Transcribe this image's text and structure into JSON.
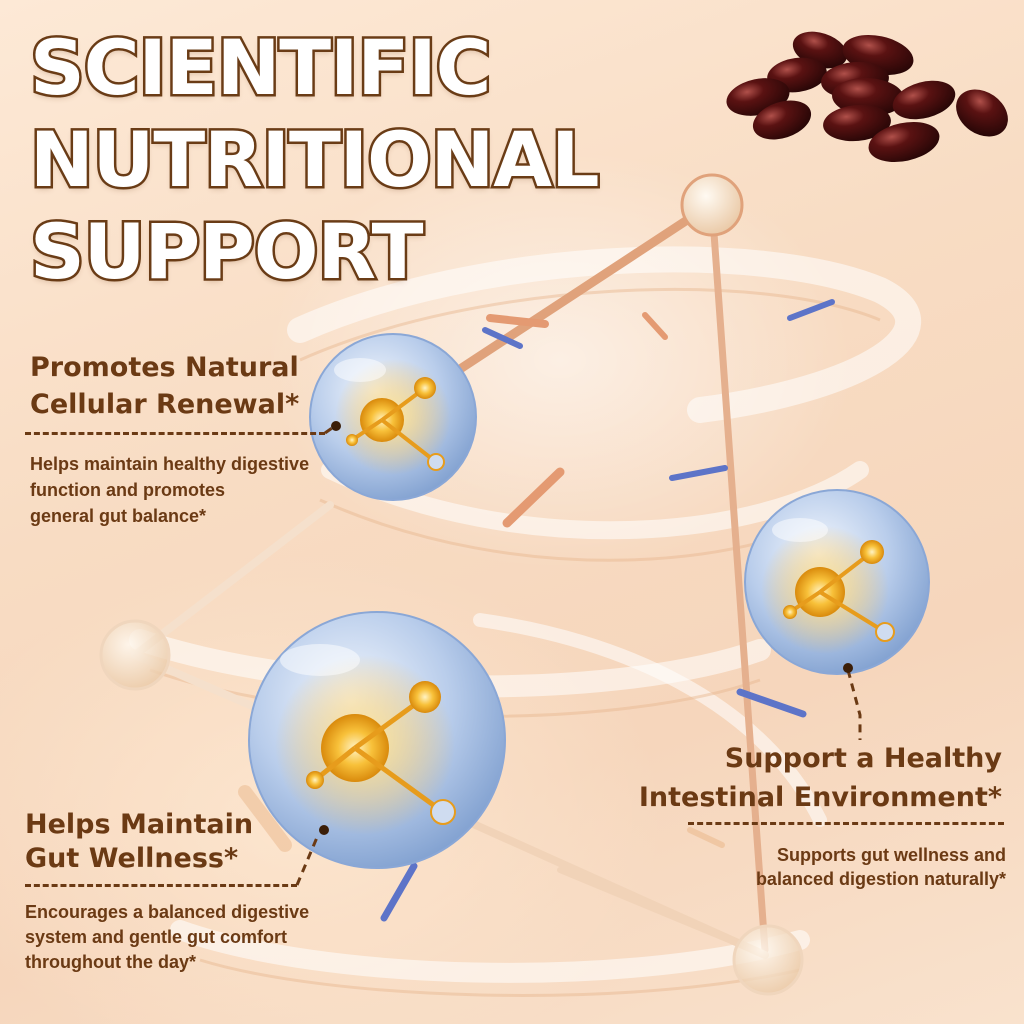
{
  "title": {
    "line1": "SCIENTIFIC",
    "line2": "NUTRITIONAL",
    "line3": "SUPPORT"
  },
  "benefits": [
    {
      "heading_line1": "Promotes Natural",
      "heading_line2": "Cellular Renewal*",
      "body_line1": "Helps maintain healthy digestive",
      "body_line2": "function and promotes",
      "body_line3": "general gut balance*"
    },
    {
      "heading_line1": "Helps Maintain",
      "heading_line2": "Gut Wellness*",
      "body_line1": "Encourages a balanced digestive",
      "body_line2": "system and gentle gut comfort",
      "body_line3": "throughout the day*"
    },
    {
      "heading_line1": "Support a Healthy",
      "heading_line2": "Intestinal Environment*",
      "body_line1": "Supports gut wellness and",
      "body_line2": "balanced digestion naturally*"
    }
  ],
  "colors": {
    "title_fill": "#ffffff",
    "title_outline": "#6b3d17",
    "text_brown": "#6b3a14",
    "background_peach": "#f8dcc3",
    "sphere_blue": "#a9c3e6",
    "molecule_gold": "#f2a91a",
    "softgel_dark_red": "#4a0d0d"
  },
  "icons": [
    "softgel-capsules-image",
    "molecule-sphere-icon",
    "molecular-lattice-decoration"
  ]
}
